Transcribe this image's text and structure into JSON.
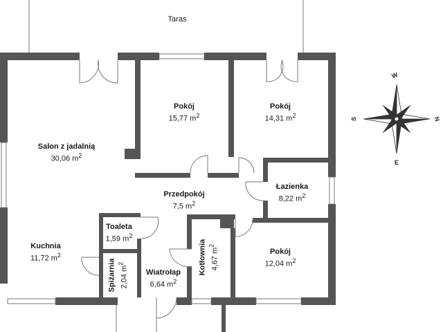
{
  "terrace": {
    "label": "Taras"
  },
  "rooms": [
    {
      "id": "salon",
      "name": "Salon z jadalnią",
      "area": "30,06"
    },
    {
      "id": "pokoj1",
      "name": "Pokój",
      "area": "15,77"
    },
    {
      "id": "pokoj2",
      "name": "Pokój",
      "area": "14,31"
    },
    {
      "id": "lazienka",
      "name": "Łazienka",
      "area": "8,22"
    },
    {
      "id": "przedpokoj",
      "name": "Przedpokój",
      "area": "7,5"
    },
    {
      "id": "toaleta",
      "name": "Toaleta",
      "area": "1,59"
    },
    {
      "id": "kuchnia",
      "name": "Kuchnia",
      "area": "11,72"
    },
    {
      "id": "spizarnia",
      "name": "Spiżarnia",
      "area": "2,04"
    },
    {
      "id": "wiatrolap",
      "name": "Wiatrołap",
      "area": "6,64"
    },
    {
      "id": "kotlownia",
      "name": "Kotłownia",
      "area": "4,67"
    },
    {
      "id": "pokoj3",
      "name": "Pokój",
      "area": "12,04"
    }
  ],
  "unit": "m",
  "unit_sup": "2",
  "compass": {
    "w": "W",
    "n": "N",
    "s": "S",
    "e": "E"
  },
  "colors": {
    "wall": "#555555",
    "line": "#777777",
    "text": "#1a1a1a"
  }
}
